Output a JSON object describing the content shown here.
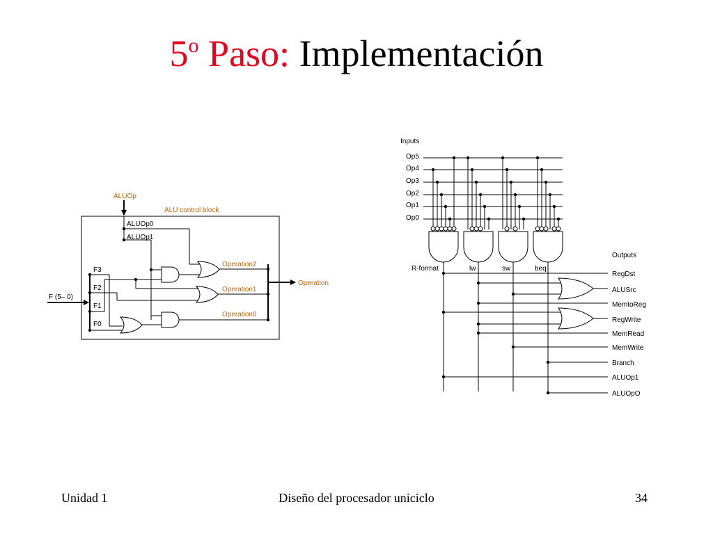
{
  "slide": {
    "title_number": "5",
    "title_ordinal": "o",
    "title_red": "Paso:",
    "title_black": "Implementación",
    "footer_left": "Unidad 1",
    "footer_center": "Diseño del procesador uniciclo",
    "footer_right": "34"
  },
  "alu_control": {
    "aluop_label": "ALUOp",
    "block_label": "ALU control block",
    "aluop0": "ALUOp0",
    "aluop1": "ALUOp1",
    "f3": "F3",
    "f2": "F2",
    "f1": "F1",
    "f0": "F0",
    "f_input": "F (5– 0)",
    "operation2": "Operation2",
    "operation1": "Operation1",
    "operation0": "Operation0",
    "operation": "Operation",
    "accent_color": "#c86400"
  },
  "main_control": {
    "inputs_label": "Inputs",
    "ops": [
      "Op5",
      "Op4",
      "Op3",
      "Op2",
      "Op1",
      "Op0"
    ],
    "decoders": [
      "R-format",
      "lw",
      "sw",
      "beq"
    ],
    "outputs_label": "Outputs",
    "outputs": [
      "RegDst",
      "ALUSrc",
      "MemtoReg",
      "RegWrite",
      "MemRead",
      "MemWrite",
      "Branch",
      "ALUOp1",
      "ALUOpO"
    ]
  }
}
